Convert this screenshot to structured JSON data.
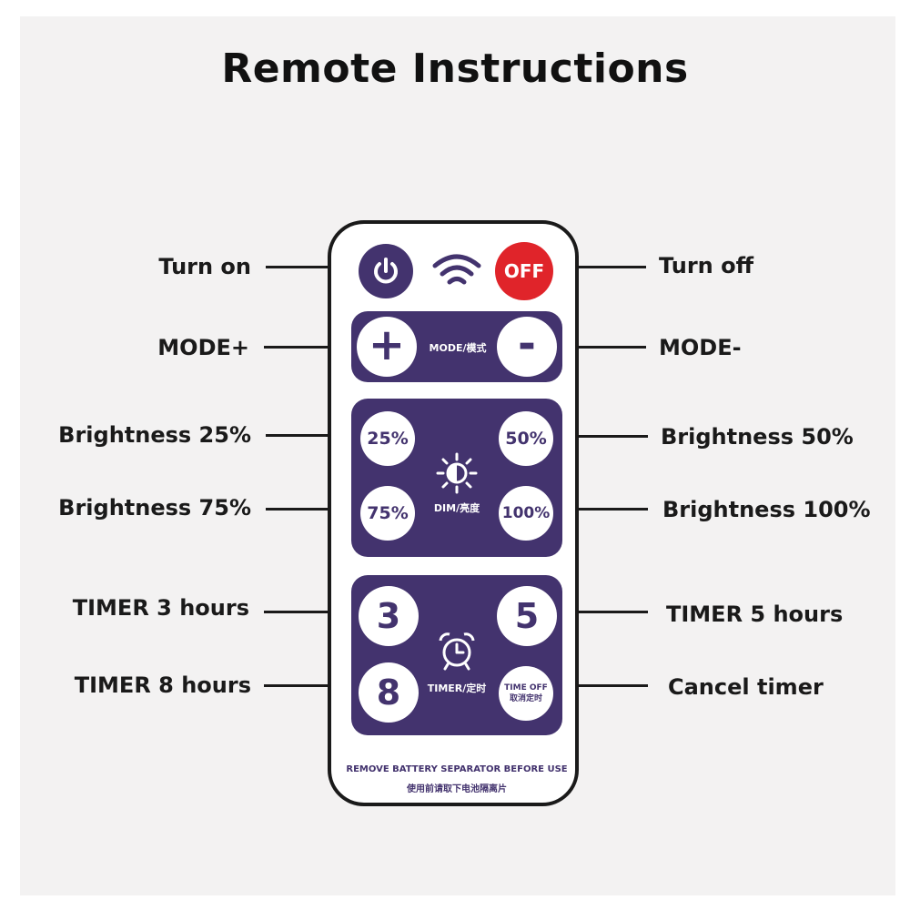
{
  "title": "Remote Instructions",
  "labels": {
    "turn_on": "Turn on",
    "turn_off": "Turn off",
    "mode_plus": "MODE+",
    "mode_minus": "MODE-",
    "b25": "Brightness 25%",
    "b50": "Brightness 50%",
    "b75": "Brightness 75%",
    "b100": "Brightness 100%",
    "t3": "TIMER 3 hours",
    "t5": "TIMER 5 hours",
    "t8": "TIMER 8 hours",
    "cancel": "Cancel timer"
  },
  "remote": {
    "power_icon": "power-icon",
    "signal_icon": "wifi-signal-icon",
    "off_label": "OFF",
    "plus_label": "+",
    "minus_label": "-",
    "mode_text": "MODE/模式",
    "b25": "25%",
    "b50": "50%",
    "b75": "75%",
    "b100": "100%",
    "dim_icon": "brightness-sun-icon",
    "dim_text": "DIM/亮度",
    "t3": "3",
    "t5": "5",
    "t8": "8",
    "timer_icon": "alarm-clock-icon",
    "timer_text": "TIMER/定时",
    "timeoff_en": "TIME OFF",
    "timeoff_cn": "取消定时",
    "footer_en": "REMOVE BATTERY SEPARATOR BEFORE USE",
    "footer_cn": "使用前请取下电池隔离片"
  },
  "colors": {
    "panel": "#43336e",
    "off_button": "#e0242a",
    "line": "#1a1a1a"
  }
}
